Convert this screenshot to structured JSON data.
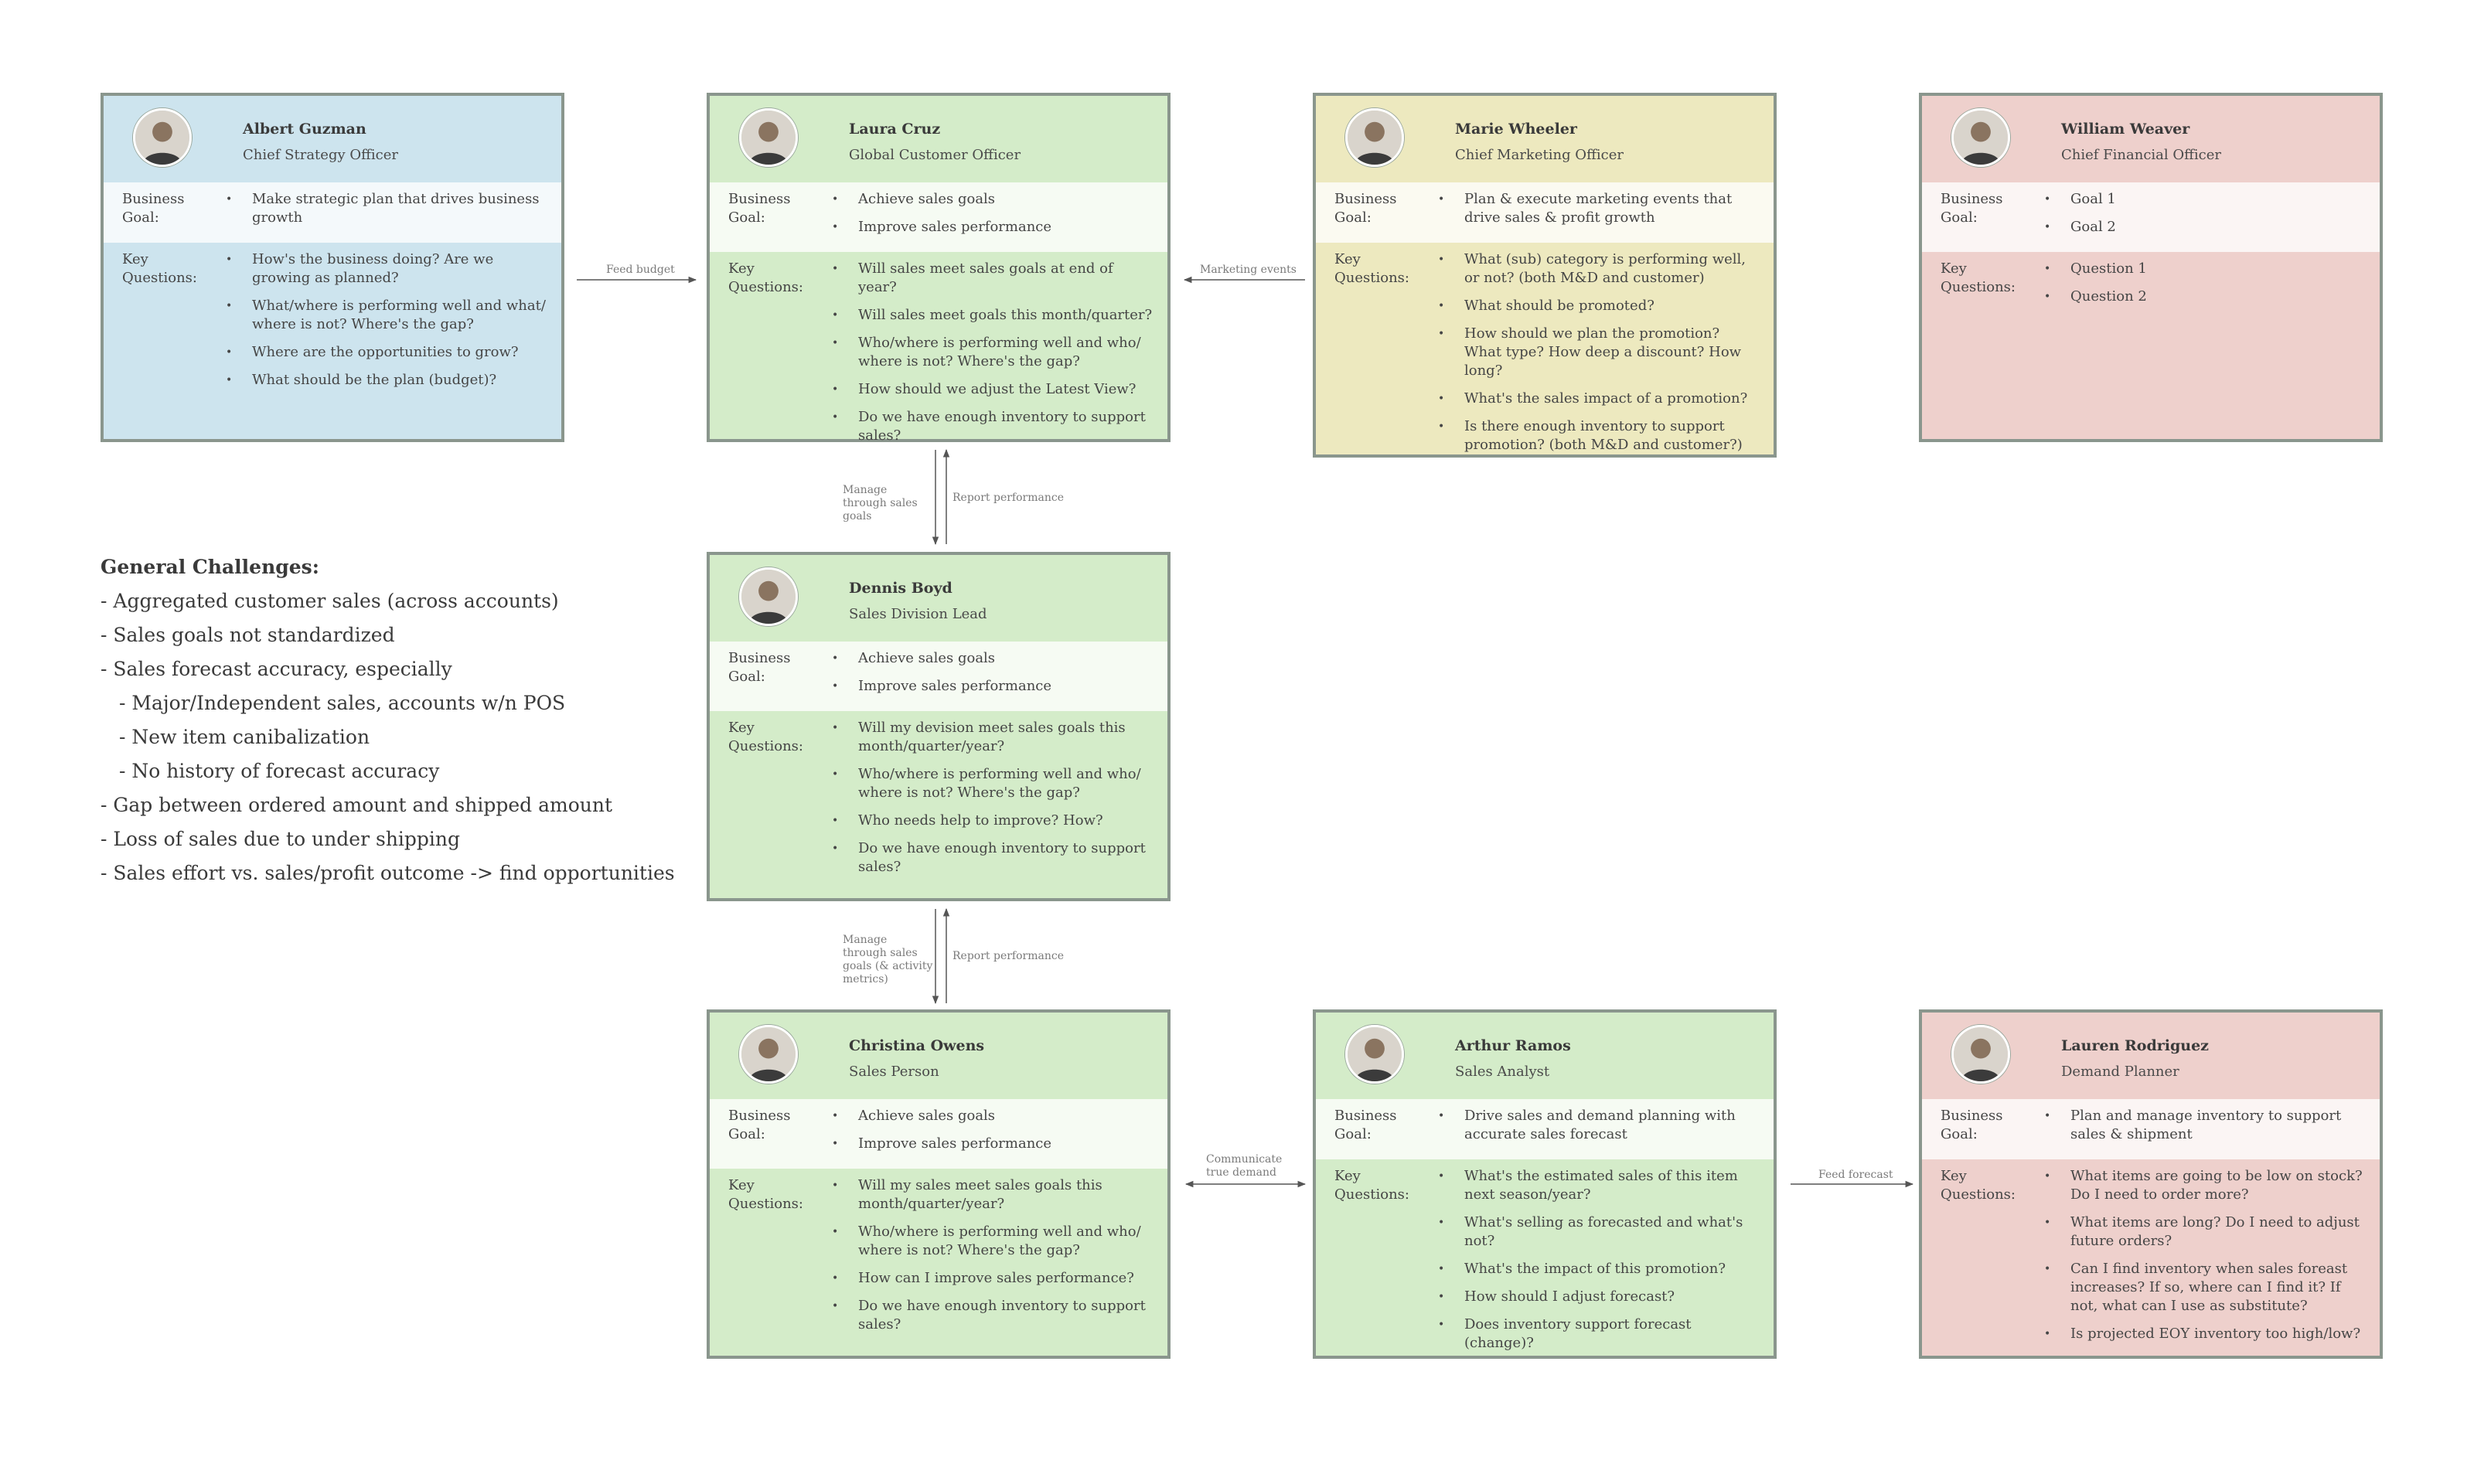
{
  "labels": {
    "business_goal": "Business Goal:",
    "key_questions": "Key Questions:"
  },
  "people": [
    {
      "name": "Albert Guzman",
      "role": "Chief Strategy Officer",
      "avatar": "person-avatar-icon",
      "goals": [
        "Make strategic plan that drives business growth"
      ],
      "questions": [
        "How's the business doing? Are we growing as planned?",
        "What/where is performing well and what/ where is not? Where's the gap?",
        "Where are the opportunities to grow?",
        "What should be the plan (budget)?"
      ]
    },
    {
      "name": "Laura Cruz",
      "role": "Global Customer Officer",
      "avatar": "person-avatar-icon",
      "goals": [
        "Achieve sales goals",
        "Improve sales performance"
      ],
      "questions": [
        "Will sales meet sales goals at end of year?",
        "Will sales meet goals this month/quarter?",
        "Who/where is performing well and who/ where is not? Where's the gap?",
        "How should we adjust the Latest View?",
        "Do we have enough inventory to support sales?"
      ]
    },
    {
      "name": "Marie Wheeler",
      "role": "Chief Marketing Officer",
      "avatar": "person-avatar-icon",
      "goals": [
        "Plan & execute marketing events that drive sales & profit growth"
      ],
      "questions": [
        "What (sub) category is performing well, or not? (both M&D and customer)",
        "What should be promoted?",
        "How should we plan the promotion? What type? How deep a discount? How long?",
        "What's the sales impact of a promotion?",
        "Is there enough inventory to support promotion? (both M&D and customer?)"
      ]
    },
    {
      "name": "William Weaver",
      "role": "Chief Financial Officer",
      "avatar": "person-avatar-icon",
      "goals": [
        "Goal 1",
        "Goal 2"
      ],
      "questions": [
        "Question 1",
        "Question 2"
      ]
    },
    {
      "name": "Dennis Boyd",
      "role": "Sales Division Lead",
      "avatar": "person-avatar-icon",
      "goals": [
        "Achieve sales goals",
        "Improve sales performance"
      ],
      "questions": [
        "Will my devision meet sales goals this month/quarter/year?",
        "Who/where is performing well and who/ where is not? Where's the gap?",
        "Who needs help to improve? How?",
        "Do we have enough inventory to support sales?"
      ]
    },
    {
      "name": "Christina Owens",
      "role": "Sales Person",
      "avatar": "person-avatar-icon",
      "goals": [
        "Achieve sales goals",
        "Improve sales performance"
      ],
      "questions": [
        "Will my sales meet sales goals this month/quarter/year?",
        "Who/where is performing well and who/ where is not? Where's the gap?",
        "How can I improve sales performance?",
        "Do we have enough inventory to support sales?"
      ]
    },
    {
      "name": "Arthur Ramos",
      "role": "Sales Analyst",
      "avatar": "person-avatar-icon",
      "goals": [
        "Drive sales and demand planning with accurate sales forecast"
      ],
      "questions": [
        "What's the estimated sales of this item next season/year?",
        "What's selling as forecasted and what's not?",
        "What's the impact of this promotion?",
        "How should I adjust forecast?",
        "Does inventory support forecast (change)?"
      ]
    },
    {
      "name": "Lauren Rodriguez",
      "role": "Demand Planner",
      "avatar": "person-avatar-icon",
      "goals": [
        "Plan and manage inventory to support sales & shipment"
      ],
      "questions": [
        "What items are going to be low on stock? Do I need to order more?",
        "What items are long? Do I need to adjust future orders?",
        "Can I find inventory when sales foreast increases? If so, where can I find it? If not, what can I use as substitute?",
        "Is projected EOY inventory too high/low?"
      ]
    }
  ],
  "arrows": {
    "feed_budget": "Feed budget",
    "marketing_events": "Marketing events",
    "manage_goals_1": "Manage through sales goals",
    "report_1": "Report performance",
    "manage_goals_2": "Manage through sales goals (& activity metrics)",
    "report_2": "Report performance",
    "communicate_demand": "Communicate true demand",
    "feed_forecast": "Feed forecast"
  },
  "challenges": {
    "title": "General Challenges:",
    "items": [
      "- Aggregated customer sales (across accounts)",
      "- Sales goals not standardized",
      "- Sales forecast accuracy, especially",
      "- Major/Independent sales, accounts w/n POS",
      "- New item canibalization",
      "- No history of forecast accuracy",
      "- Gap between ordered amount and shipped amount",
      "- Loss of sales due to under shipping",
      "- Sales effort vs. sales/profit outcome -> find opportunities"
    ]
  },
  "colors": {
    "blue": "#cde4ee",
    "green": "#d4ecc9",
    "yellow": "#ede9bf",
    "red": "#eed0cc",
    "border": "#8a968d"
  }
}
